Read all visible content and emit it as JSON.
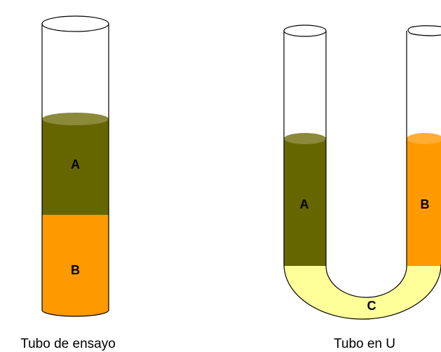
{
  "test_tube": {
    "caption": "Tubo de ensayo",
    "layer_a_label": "A",
    "layer_b_label": "B"
  },
  "u_tube": {
    "caption": "Tubo en U",
    "left_label": "A",
    "right_label": "B",
    "bottom_label": "C"
  },
  "colors": {
    "liquid_a": "#666600",
    "liquid_a_top": "#8a8a3a",
    "liquid_b": "#ff9900",
    "liquid_b_top": "#ffad33",
    "liquid_c": "#ffff99",
    "outline": "#000000"
  }
}
